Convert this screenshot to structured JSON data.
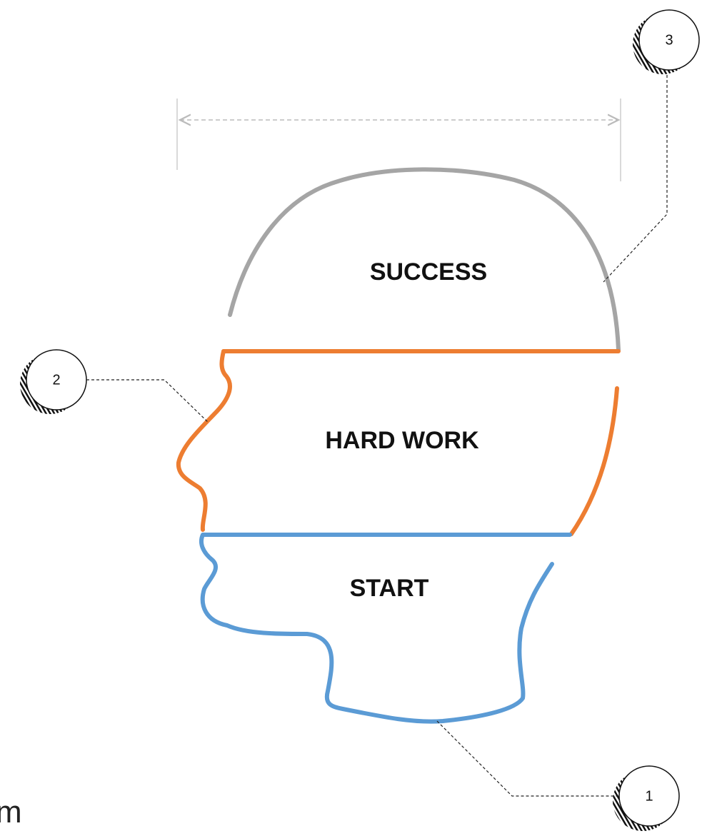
{
  "sections": [
    {
      "id": "start",
      "label": "START",
      "color": "#5b9bd5"
    },
    {
      "id": "hard-work",
      "label": "HARD WORK",
      "color": "#ed7d31"
    },
    {
      "id": "success",
      "label": "SUCCESS",
      "color": "#a5a5a5"
    }
  ],
  "callouts": [
    {
      "id": "1",
      "number": "1"
    },
    {
      "id": "2",
      "number": "2"
    },
    {
      "id": "3",
      "number": "3"
    }
  ],
  "corner_text": "m",
  "colors": {
    "leader_line": "#222222",
    "dimension_line": "#bbbbbb",
    "circle_stroke": "#111111",
    "hatch": "#111111"
  }
}
